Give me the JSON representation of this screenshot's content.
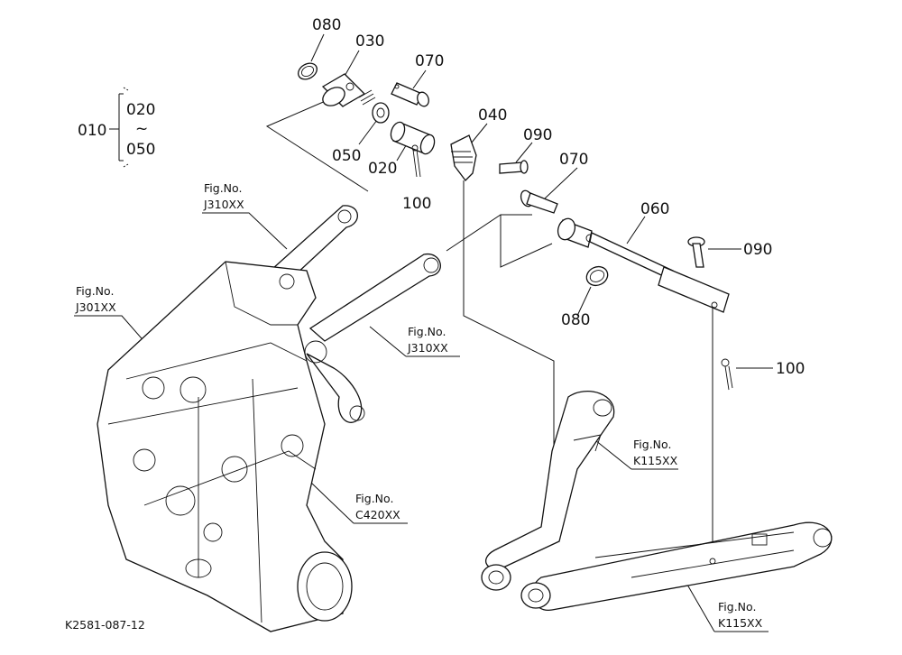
{
  "callouts": {
    "c080_top": "080",
    "c030": "030",
    "c070_top": "070",
    "c040": "040",
    "c090_top": "090",
    "c070_mid": "070",
    "c050": "050",
    "c020": "020",
    "c100_left": "100",
    "c060": "060",
    "c090_right": "090",
    "c080_bottom": "080",
    "c100_right": "100"
  },
  "group": {
    "main": "010",
    "from": "020",
    "tilde": "~",
    "to": "050"
  },
  "figrefs": {
    "j310_top": {
      "line1": "Fig.No.",
      "line2": "J310XX"
    },
    "j301": {
      "line1": "Fig.No.",
      "line2": "J301XX"
    },
    "j310_mid": {
      "line1": "Fig.No.",
      "line2": "J310XX"
    },
    "k115_mid": {
      "line1": "Fig.No.",
      "line2": "K115XX"
    },
    "c420": {
      "line1": "Fig.No.",
      "line2": "C420XX"
    },
    "k115_bottom": {
      "line1": "Fig.No.",
      "line2": "K115XX"
    }
  },
  "drawing_code": "K2581-087-12"
}
